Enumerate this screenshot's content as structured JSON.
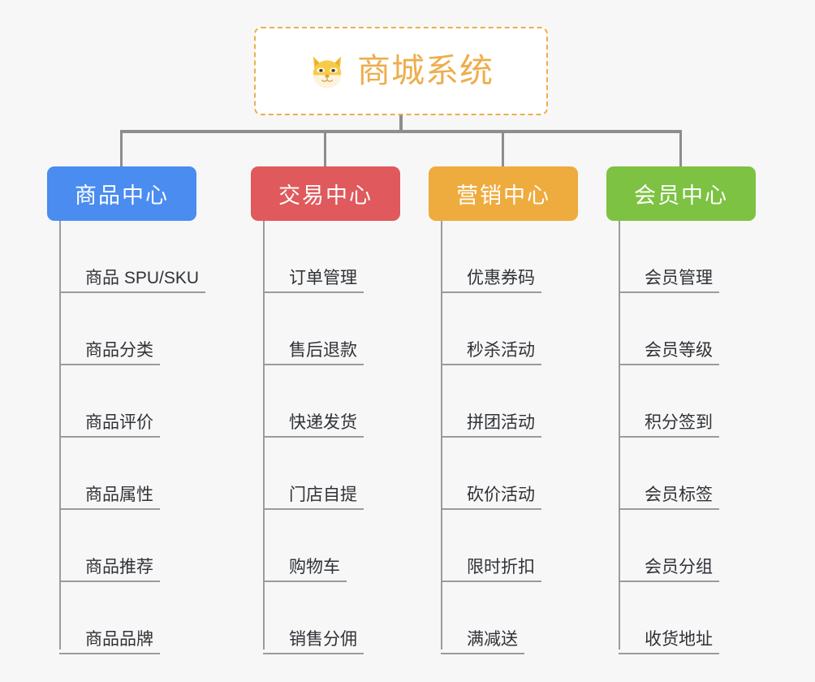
{
  "diagram": {
    "type": "mindmap",
    "background_color": "#f7f7f7",
    "root": {
      "emoji": "dog-face-emoji",
      "emoji_glyph": "🐶",
      "title": "商城系统",
      "text_color": "#edae4d",
      "border_color": "#edae4d",
      "fill_color": "#ffffff"
    },
    "connector_color": "#8d8d8d",
    "leaf_line_color": "#9b9b9b",
    "leaf_text_color": "#2f3237",
    "branches": [
      {
        "label": "商品中心",
        "color": "#4a8cf0",
        "items": [
          "商品 SPU/SKU",
          "商品分类",
          "商品评价",
          "商品属性",
          "商品推荐",
          "商品品牌"
        ]
      },
      {
        "label": "交易中心",
        "color": "#e0595c",
        "items": [
          "订单管理",
          "售后退款",
          "快递发货",
          "门店自提",
          "购物车",
          "销售分佣"
        ]
      },
      {
        "label": "营销中心",
        "color": "#eeab3e",
        "items": [
          "优惠券码",
          "秒杀活动",
          "拼团活动",
          "砍价活动",
          "限时折扣",
          "满减送"
        ]
      },
      {
        "label": "会员中心",
        "color": "#7dc242",
        "items": [
          "会员管理",
          "会员等级",
          "积分签到",
          "会员标签",
          "会员分组",
          "收货地址"
        ]
      }
    ]
  }
}
